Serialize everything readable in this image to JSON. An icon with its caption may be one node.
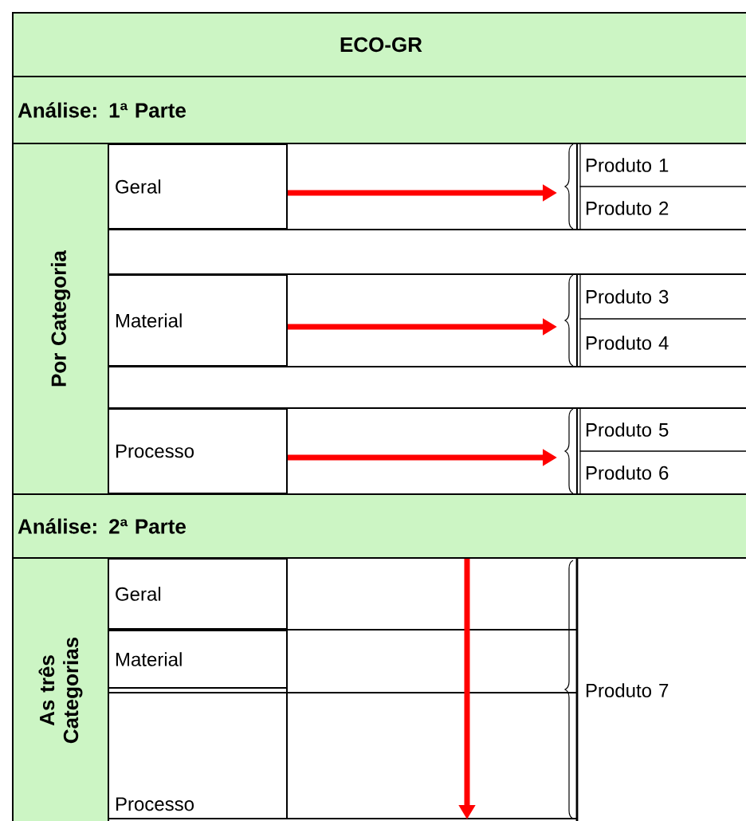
{
  "diagram": {
    "nodes": [
      {
        "text": [
          "ECO-GR"
        ]
      },
      {
        "text": [
          "Análise: 1ª Parte"
        ]
      },
      {
        "text": [
          "Por Categoria"
        ]
      },
      {
        "text": [
          "Geral"
        ]
      },
      {
        "text": [
          "Material"
        ]
      },
      {
        "text": [
          "Processo"
        ]
      },
      {
        "text": [],
        "shape": "brace"
      },
      {
        "text": [
          "Produto 1"
        ]
      },
      {
        "text": [
          "Produto 2"
        ]
      },
      {
        "text": [],
        "shape": "brace"
      },
      {
        "text": [
          "Produto 3"
        ]
      },
      {
        "text": [
          "Produto 4"
        ]
      },
      {
        "text": [],
        "shape": "brace"
      },
      {
        "text": [
          "Produto 5"
        ]
      },
      {
        "text": [
          "Produto 6"
        ]
      },
      {
        "text": [
          "Análise: 2ª Parte"
        ]
      },
      {
        "text": [
          "As três Categorias"
        ]
      },
      {
        "text": [
          "Geral"
        ]
      },
      {
        "text": [
          "Material"
        ]
      },
      {
        "text": [
          "Processo"
        ]
      },
      {
        "text": [],
        "shape": "brace"
      },
      {
        "text": [
          "Produto 7"
        ]
      }
    ],
    "edges": [
      {
        "from": 3,
        "to": 6,
        "arrow": "to"
      },
      {
        "from": 4,
        "to": 9,
        "arrow": "to"
      },
      {
        "from": 5,
        "to": 12,
        "arrow": "to"
      },
      {
        "from": 15,
        "to": 19,
        "arrow": "to"
      }
    ]
  }
}
